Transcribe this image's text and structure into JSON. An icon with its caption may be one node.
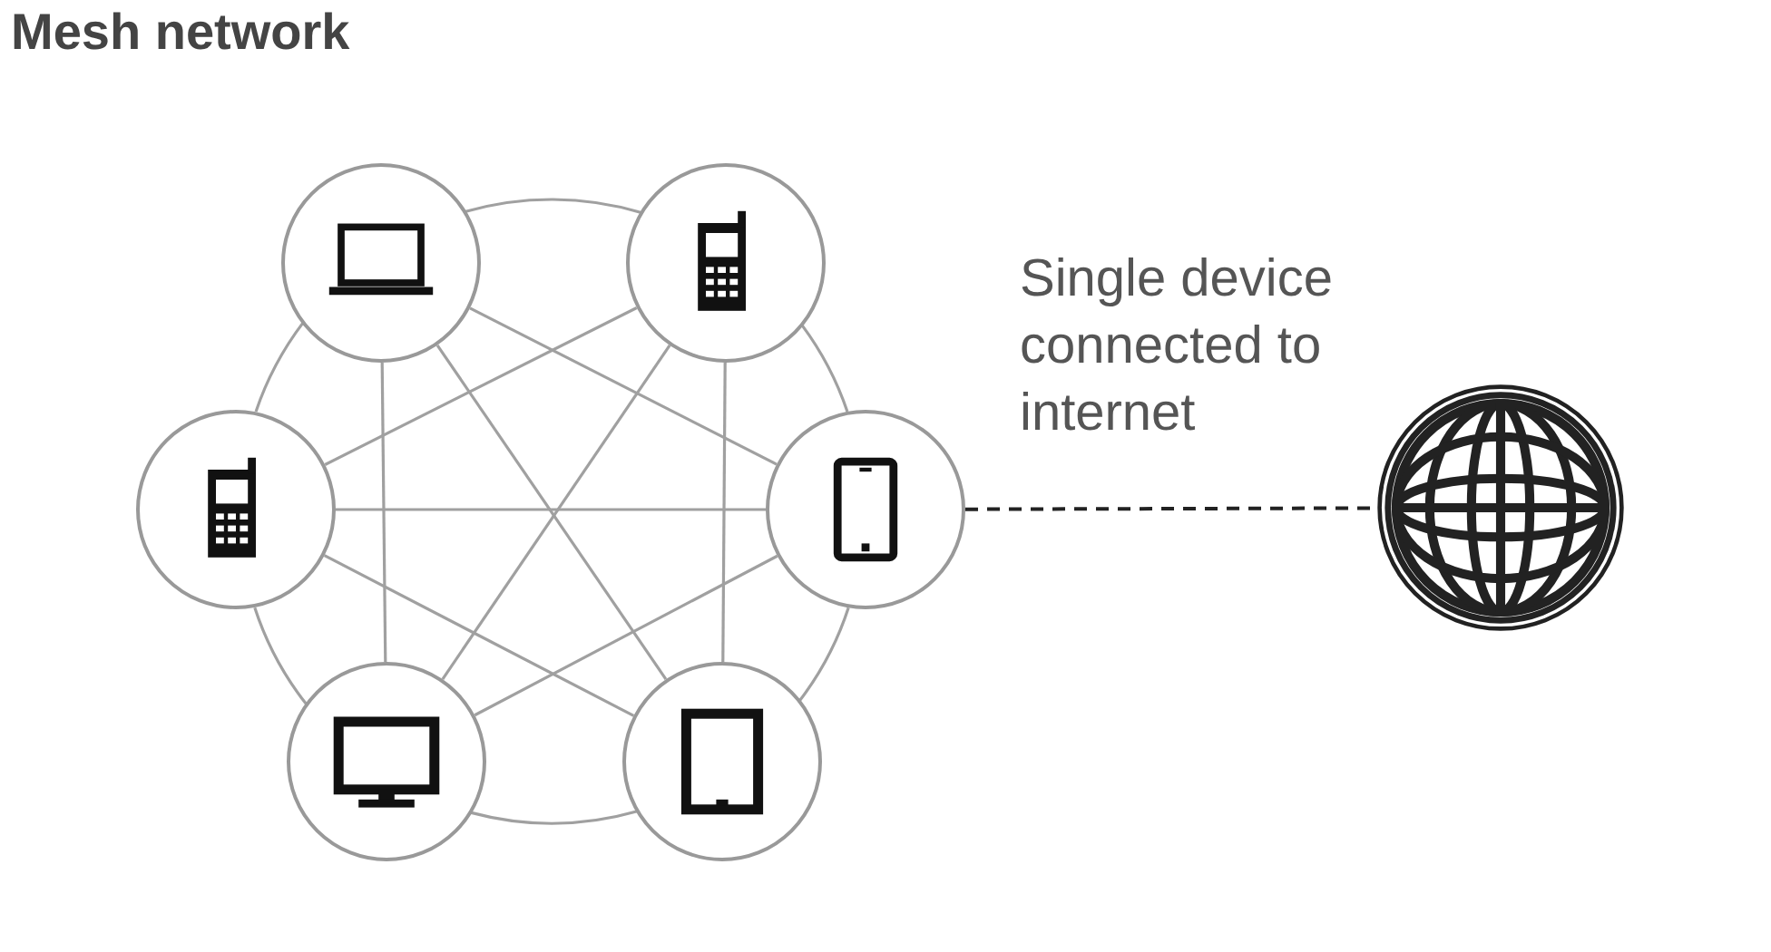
{
  "diagram": {
    "title": "Mesh network",
    "nodes": [
      {
        "text": [],
        "shape": "circle"
      },
      {
        "text": [],
        "shape": "circle"
      },
      {
        "text": [],
        "shape": "circle"
      },
      {
        "text": [],
        "shape": "circle"
      },
      {
        "text": [],
        "shape": "picture"
      },
      {
        "text": [],
        "shape": "circle"
      },
      {
        "text": [],
        "shape": "circle"
      }
    ],
    "edges": [
      {
        "from": 0,
        "to": 1,
        "arrow": "none"
      },
      {
        "from": 0,
        "to": 2,
        "arrow": "none"
      },
      {
        "from": 0,
        "to": 3,
        "arrow": "none"
      },
      {
        "from": 0,
        "to": 5,
        "arrow": "none"
      },
      {
        "from": 0,
        "to": 6,
        "arrow": "none"
      },
      {
        "from": 1,
        "to": 2,
        "arrow": "none"
      },
      {
        "from": 1,
        "to": 3,
        "arrow": "none"
      },
      {
        "from": 1,
        "to": 5,
        "arrow": "none"
      },
      {
        "from": 1,
        "to": 6,
        "arrow": "none"
      },
      {
        "from": 2,
        "to": 3,
        "arrow": "none"
      },
      {
        "from": 2,
        "to": 5,
        "arrow": "none"
      },
      {
        "from": 2,
        "to": 6,
        "arrow": "none"
      },
      {
        "from": 3,
        "to": 5,
        "arrow": "none"
      },
      {
        "from": 3,
        "to": 6,
        "arrow": "none"
      },
      {
        "from": 5,
        "to": 6,
        "arrow": "none"
      },
      {
        "from": 3,
        "to": 4,
        "arrow": "none",
        "label": "Single device connected to internet",
        "style": "dashed",
        "color": "#222222"
      }
    ]
  }
}
